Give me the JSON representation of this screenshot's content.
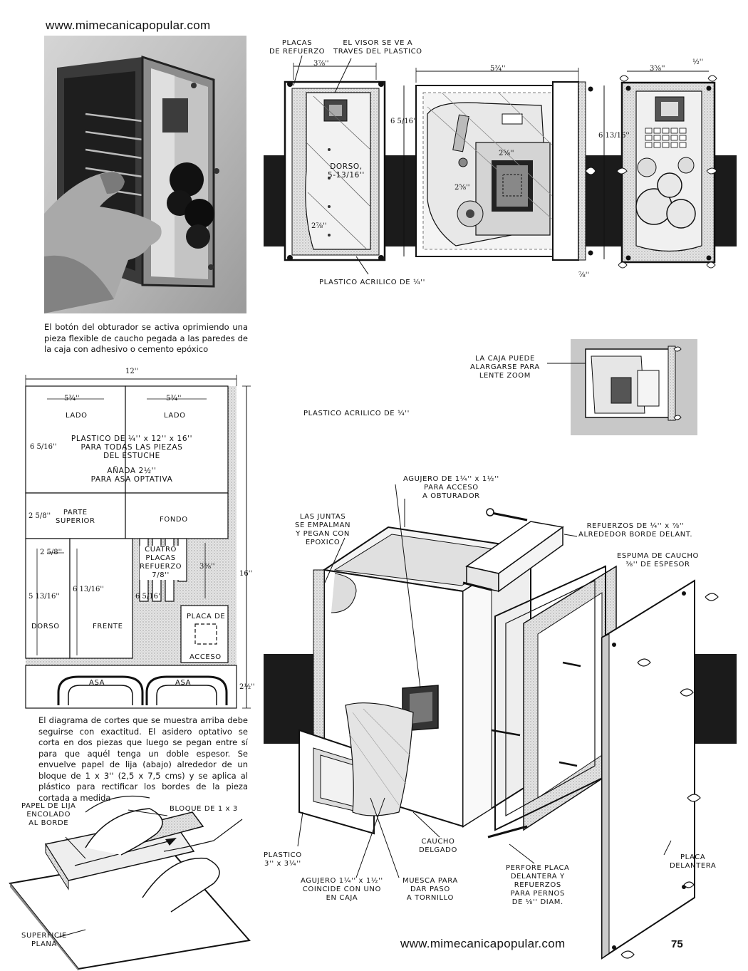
{
  "header": {
    "url": "www.mimecanicapopular.com"
  },
  "footer": {
    "url": "www.mimecanicapopular.com",
    "page": "75"
  },
  "photo_caption": "El botón del obturador se activa oprimiendo una pieza flexible de caucho pegada a las paredes de la caja con adhesivo o cemento epóxico",
  "cutting_caption": "El diagrama de cortes que se muestra arriba debe seguirse con exactitud. El asidero optativo se corta en dos piezas que luego se pegan entre sí para que aquél tenga un doble espesor. Se envuelve papel de lija (abajo) alrededor de un bloque de 1 x 3'' (2,5 x 7,5 cms) y se aplica al plástico para rectificar los bordes de la pieza cortada a medida",
  "top_diagram": {
    "placas": "PLACAS\nDE REFUERZO",
    "visor": "EL VISOR SE VE A\nTRAVES DEL PLASTICO",
    "plastico": "PLASTICO ACRILICO DE ¼''",
    "dorso": "DORSO,\n5-13/16''",
    "d1": "3⅞''",
    "d2": "5¾''",
    "d3": "3⅝''",
    "d4": "½''",
    "d5": "6 5/16''",
    "d6": "6 13/16''",
    "d7": "2⅝''",
    "d8": "2⅝''",
    "d9": "2⅞''",
    "d10": "⅞''"
  },
  "cutting": {
    "w12": "12''",
    "h16": "16''",
    "lado1": "LADO",
    "lado2": "LADO",
    "w1": "5¾''",
    "w2": "5¾''",
    "plastico": "PLASTICO DE ¼'' x 12'' x 16''\nPARA TODAS LAS PIEZAS\nDEL ESTUCHE",
    "anada": "AÑADA 2½''\nPARA ASA OPTATIVA",
    "h1": "6 5/16''",
    "superior": "PARTE\nSUPERIOR",
    "fondo": "FONDO",
    "h2": "2 5/8''",
    "dorso": "DORSO",
    "frente": "FRENTE",
    "cuatro": "CUATRO\nPLACAS\nREFUERZO\n7/8''",
    "h3": "3⅜''",
    "w3": "2 5/8''",
    "h4": "5 13/16''",
    "h5": "6 13/16''",
    "h6": "6 5/16''",
    "placa": "PLACA DE",
    "acceso": "ACCESO",
    "asa1": "ASA",
    "asa2": "ASA",
    "h7": "2½''"
  },
  "sanding": {
    "papel": "PAPEL DE LIJA\nENCOLADO\nAL BORDE",
    "bloque": "BLOQUE DE 1 x 3",
    "superficie": "SUPERFICIE\nPLANA"
  },
  "inset": {
    "caja": "LA CAJA PUEDE\nALARGARSE PARA\nLENTE ZOOM"
  },
  "exploded": {
    "plastico": "PLASTICO ACRILICO DE ¼''",
    "agujero": "AGUJERO DE 1¼'' x 1½''\nPARA ACCESO\nA OBTURADOR",
    "juntas": "LAS JUNTAS\nSE EMPALMAN\nY PEGAN CON\nEPOXICO",
    "refuerzos": "REFUERZOS DE ¼'' x ⅞''\nALREDEDOR BORDE DELANT.",
    "espuma": "ESPUMA DE CAUCHO\n⅜'' DE ESPESOR",
    "caucho": "CAUCHO\nDELGADO",
    "plastico2": "PLASTICO\n3'' x 3¼''",
    "agujero2": "AGUJERO 1¼'' x 1½''\nCOINCIDE CON UNO\nEN CAJA",
    "muesca": "MUESCA PARA\nDAR PASO\nA TORNILLO",
    "perfore": "PERFORE PLACA\nDELANTERA Y\nREFUERZOS\nPARA PERNOS\nDE ⅛'' DIAM.",
    "placa": "PLACA\nDELANTERA"
  }
}
